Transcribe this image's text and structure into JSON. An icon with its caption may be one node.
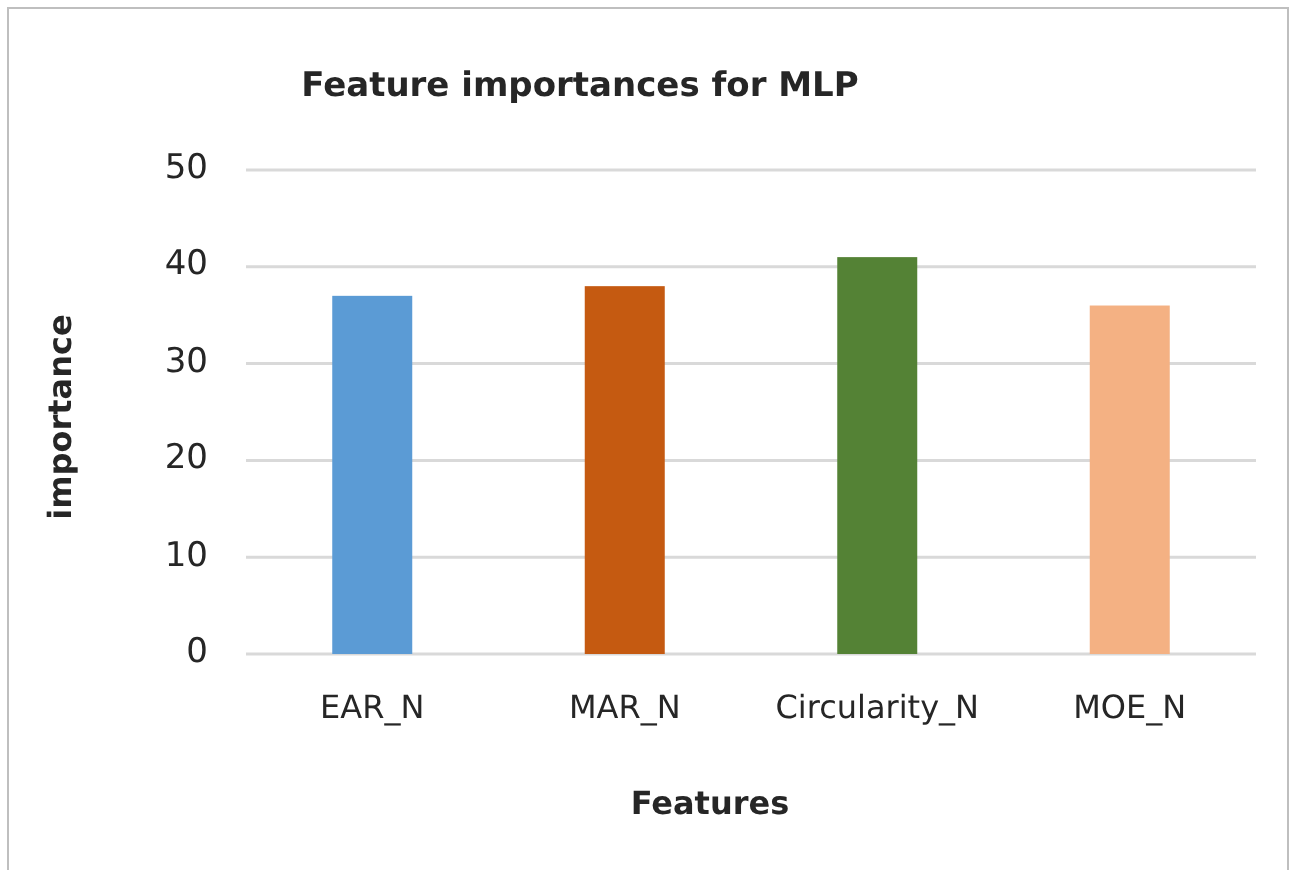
{
  "diagram": {
    "chart_data": {
      "type": "bar",
      "title": "Feature importances for MLP",
      "xlabel": "Features",
      "ylabel": "importance",
      "categories": [
        "EAR_N",
        "MAR_N",
        "Circularity_N",
        "MOE_N"
      ],
      "series": [
        {
          "values": [
            37,
            38,
            41,
            36
          ],
          "color": [
            "#5b9bd5",
            "#c55a11",
            "#548235",
            "#f4b183"
          ]
        }
      ],
      "grid": true,
      "ylim": [
        0,
        50
      ],
      "yticks": [
        0,
        10,
        20,
        30,
        40,
        50
      ]
    }
  }
}
